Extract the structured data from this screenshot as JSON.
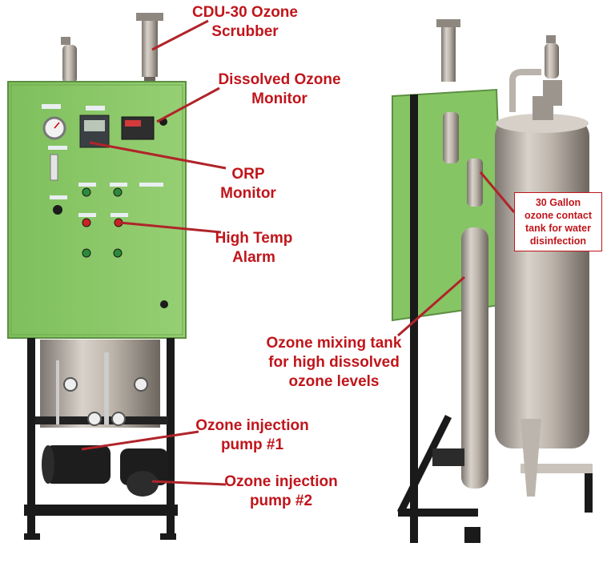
{
  "labels": {
    "scrubber": [
      "CDU-30 Ozone",
      "Scrubber"
    ],
    "dissolved": [
      "Dissolved Ozone",
      "Monitor"
    ],
    "orp": [
      "ORP",
      "Monitor"
    ],
    "temp": [
      "High Temp",
      "Alarm"
    ],
    "mixing": [
      "Ozone mixing tank",
      "for high dissolved",
      "ozone levels"
    ],
    "pump1": [
      "Ozone injection",
      "pump #1"
    ],
    "pump2": [
      "Ozone injection",
      "pump #2"
    ],
    "contact": [
      "30 Gallon",
      "ozone contact",
      "tank for water",
      "disinfection"
    ]
  },
  "colors": {
    "label_red": "#c0151b",
    "panel_green": "#8fca6c",
    "frame_black": "#1a1a1a",
    "steel": "#b9b3ab",
    "leader_red": "#b0242a"
  },
  "panel_lights": [
    "green",
    "green",
    "red",
    "red",
    "green",
    "green",
    "black",
    "black"
  ]
}
